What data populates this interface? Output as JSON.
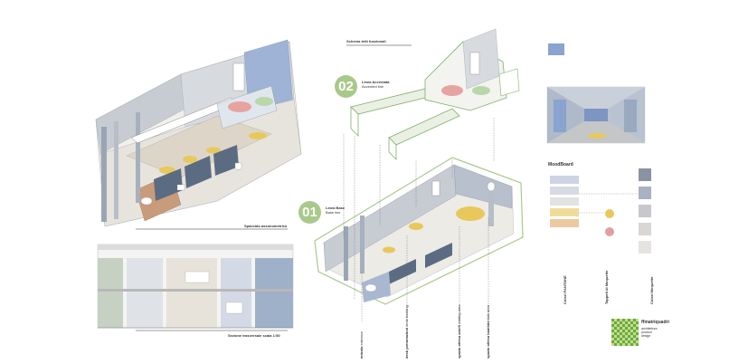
{
  "labels": {
    "schema_tetti": "Schema tetti funzionali",
    "linea_accentata_title": "Linea Accentata",
    "linea_accentata_sub": "Accented line",
    "linea_base_title": "Linea Base",
    "linea_base_sub": "Base line",
    "spaccato": "Spaccato assonometrico",
    "sezione": "Sezione trasversale scala 1:50",
    "moodboard": "MoodBoard"
  },
  "numbers": {
    "accented": "02",
    "base": "01"
  },
  "callouts": [
    {
      "title": "entrata",
      "sub": "entrance"
    },
    {
      "title": "desk prenotazioni",
      "sub": "desk booking"
    },
    {
      "title": "spazio attesa adulti",
      "sub": "waiting area"
    },
    {
      "title": "spazio attesa bambini",
      "sub": "kids area"
    }
  ],
  "legend_columns": [
    "Colori PANTONE",
    "Tappeti di Moquette",
    "Colori Moquette"
  ],
  "moodboard_rows": [
    "",
    "",
    "",
    "",
    ""
  ],
  "top_swatch_caption": "",
  "logo": {
    "name": "ffmatriquadri",
    "lines": [
      "architettura",
      "product",
      "design"
    ]
  },
  "colors": {
    "accent_green": "#a9c98a",
    "line_green": "#7fb069",
    "swatch_blue": "#8aa3cf",
    "rug_yellow": "#e8c85a",
    "rug_red": "#e0a0a0"
  }
}
